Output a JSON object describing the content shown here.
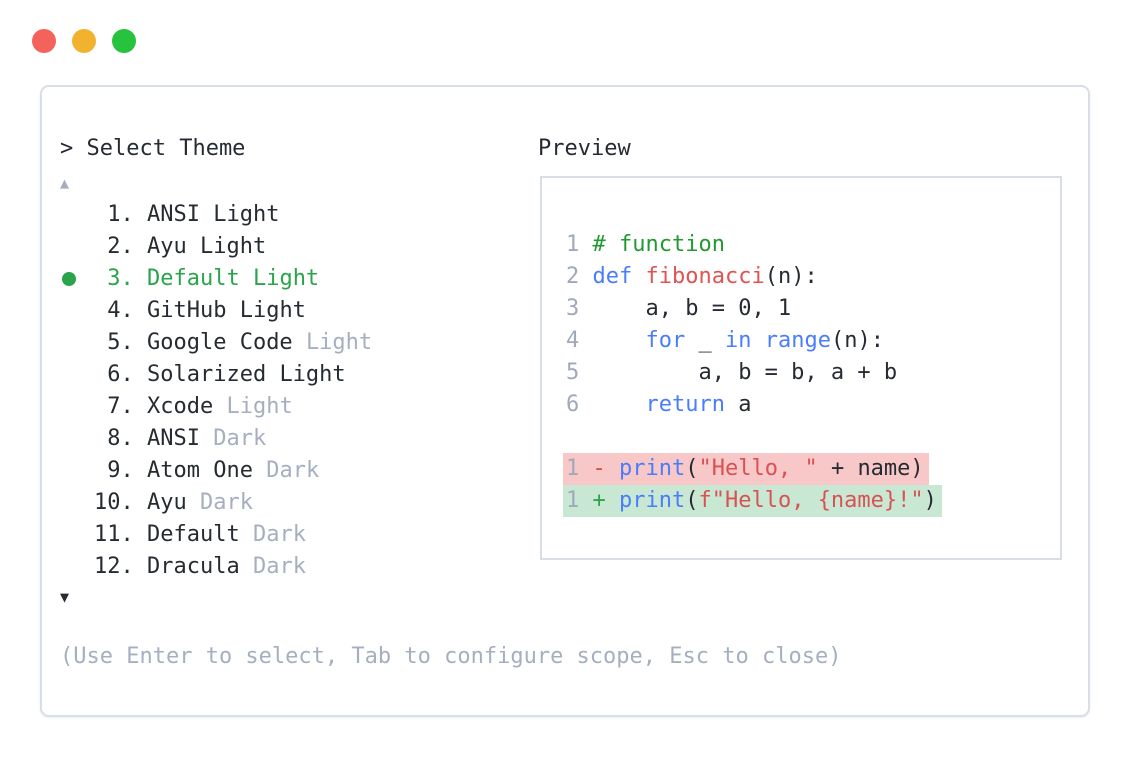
{
  "window": {
    "controls": [
      {
        "name": "close",
        "color": "#f4625c"
      },
      {
        "name": "minimize",
        "color": "#f1b32e"
      },
      {
        "name": "zoom",
        "color": "#27c23e"
      }
    ]
  },
  "picker": {
    "prompt": "> Select Theme",
    "scroll_up_symbol": "▲",
    "scroll_down_symbol": "▼",
    "hint": "(Use Enter to select, Tab to configure scope, Esc to close)",
    "items": [
      {
        "num": "1",
        "name": "ANSI ",
        "variant": "Light",
        "variant_muted": false,
        "selected": false
      },
      {
        "num": "2",
        "name": "Ayu ",
        "variant": "Light",
        "variant_muted": false,
        "selected": false
      },
      {
        "num": "3",
        "name": "Default ",
        "variant": "Light",
        "variant_muted": false,
        "selected": true
      },
      {
        "num": "4",
        "name": "GitHub ",
        "variant": "Light",
        "variant_muted": false,
        "selected": false
      },
      {
        "num": "5",
        "name": "Google Code ",
        "variant": "Light",
        "variant_muted": true,
        "selected": false
      },
      {
        "num": "6",
        "name": "Solarized ",
        "variant": "Light",
        "variant_muted": false,
        "selected": false
      },
      {
        "num": "7",
        "name": "Xcode ",
        "variant": "Light",
        "variant_muted": true,
        "selected": false
      },
      {
        "num": "8",
        "name": "ANSI ",
        "variant": "Dark",
        "variant_muted": true,
        "selected": false
      },
      {
        "num": "9",
        "name": "Atom One ",
        "variant": "Dark",
        "variant_muted": true,
        "selected": false
      },
      {
        "num": "10",
        "name": "Ayu ",
        "variant": "Dark",
        "variant_muted": true,
        "selected": false
      },
      {
        "num": "11",
        "name": "Default ",
        "variant": "Dark",
        "variant_muted": true,
        "selected": false
      },
      {
        "num": "12",
        "name": "Dracula ",
        "variant": "Dark",
        "variant_muted": true,
        "selected": false
      }
    ]
  },
  "preview": {
    "label": "Preview",
    "code_lines": [
      {
        "ln": "1",
        "tokens": [
          [
            "comment",
            "# function"
          ]
        ]
      },
      {
        "ln": "2",
        "tokens": [
          [
            "kw",
            "def"
          ],
          [
            "plain",
            " "
          ],
          [
            "func",
            "fibonacci"
          ],
          [
            "plain",
            "(n):"
          ]
        ]
      },
      {
        "ln": "3",
        "tokens": [
          [
            "plain",
            "    a, b = 0, 1"
          ]
        ]
      },
      {
        "ln": "4",
        "tokens": [
          [
            "plain",
            "    "
          ],
          [
            "kw",
            "for"
          ],
          [
            "plain",
            " _ "
          ],
          [
            "kw",
            "in"
          ],
          [
            "plain",
            " "
          ],
          [
            "kw",
            "range"
          ],
          [
            "plain",
            "(n):"
          ]
        ]
      },
      {
        "ln": "5",
        "tokens": [
          [
            "plain",
            "        a, b = b, a + b"
          ]
        ]
      },
      {
        "ln": "6",
        "tokens": [
          [
            "plain",
            "    "
          ],
          [
            "kw",
            "return"
          ],
          [
            "plain",
            " a"
          ]
        ]
      },
      {
        "ln": "",
        "tokens": []
      },
      {
        "ln": "1",
        "diff": "del",
        "sign": "-",
        "tokens": [
          [
            "kw",
            "print"
          ],
          [
            "plain",
            "("
          ],
          [
            "str",
            "\"Hello, \""
          ],
          [
            "plain",
            " + name)"
          ]
        ]
      },
      {
        "ln": "1",
        "diff": "add",
        "sign": "+",
        "tokens": [
          [
            "kw",
            "print"
          ],
          [
            "plain",
            "("
          ],
          [
            "str",
            "f\"Hello, {name}!\""
          ],
          [
            "plain",
            ")"
          ]
        ]
      }
    ]
  },
  "colors": {
    "accent_green": "#2aa44a",
    "keyword_blue": "#4a7dfc",
    "comment_green": "#229a31",
    "string_red": "#d95253",
    "function_red": "#e05352",
    "muted_gray": "#a6afbf",
    "text_dark": "#262b33",
    "diff_del_bg": "#f8c7c7",
    "diff_add_bg": "#c9e8d4",
    "panel_border": "#d9dee6"
  }
}
